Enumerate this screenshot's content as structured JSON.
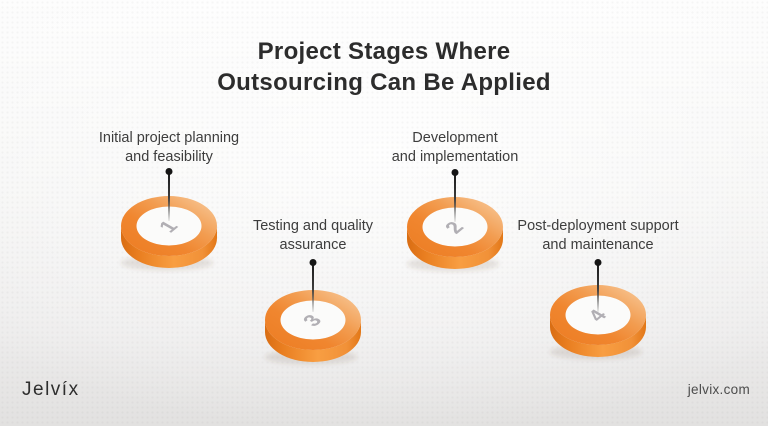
{
  "title": {
    "line1": "Project Stages Where",
    "line2": "Outsourcing Can Be Applied"
  },
  "stages": [
    {
      "number": "1",
      "label_line1": "Initial project planning",
      "label_line2": "and feasibility"
    },
    {
      "number": "2",
      "label_line1": "Development",
      "label_line2": "and implementation"
    },
    {
      "number": "3",
      "label_line1": "Testing and quality",
      "label_line2": "assurance"
    },
    {
      "number": "4",
      "label_line1": "Post-deployment support",
      "label_line2": "and maintenance"
    }
  ],
  "footer": {
    "brand": "Jelvíx",
    "website": "jelvix.com"
  },
  "colors": {
    "ring_orange": "#f08531",
    "ring_highlight": "#f8c996",
    "ring_side_dark": "#d96d13",
    "ring_side_light": "#f89e42",
    "number_gray": "#b1afb4",
    "title_text": "#2c2c2c",
    "label_text": "#3d3d3d",
    "connector": "#1c1c1c",
    "background_top": "#fdfdfd",
    "background_bottom": "#e2e1e0"
  }
}
